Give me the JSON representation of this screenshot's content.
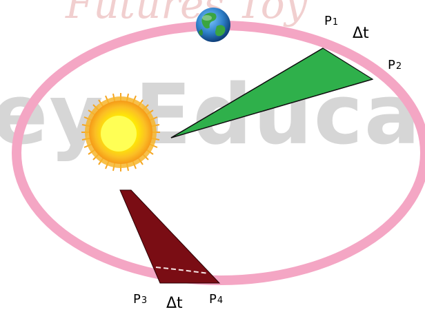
{
  "watermark": {
    "top_text": "Futures Toy",
    "middle_text": "ey Educa"
  },
  "labels": {
    "p1": {
      "letter": "P",
      "sub": "1"
    },
    "p2": {
      "letter": "P",
      "sub": "2"
    },
    "p3": {
      "letter": "P",
      "sub": "3"
    },
    "p4": {
      "letter": "P",
      "sub": "4"
    },
    "dt_top": "Δt",
    "dt_bottom": "Δt"
  },
  "colors": {
    "orbit": "#f4a6c4",
    "sun_core": "#fff200",
    "sun_glow": "#f9a91d",
    "upper_sector": "#2fb04b",
    "lower_sector": "#7a0d14",
    "planet_ocean": "#2d7fc8",
    "planet_land": "#3aa541"
  },
  "icons": {
    "sun": "sun-icon",
    "planet": "earth-icon"
  }
}
